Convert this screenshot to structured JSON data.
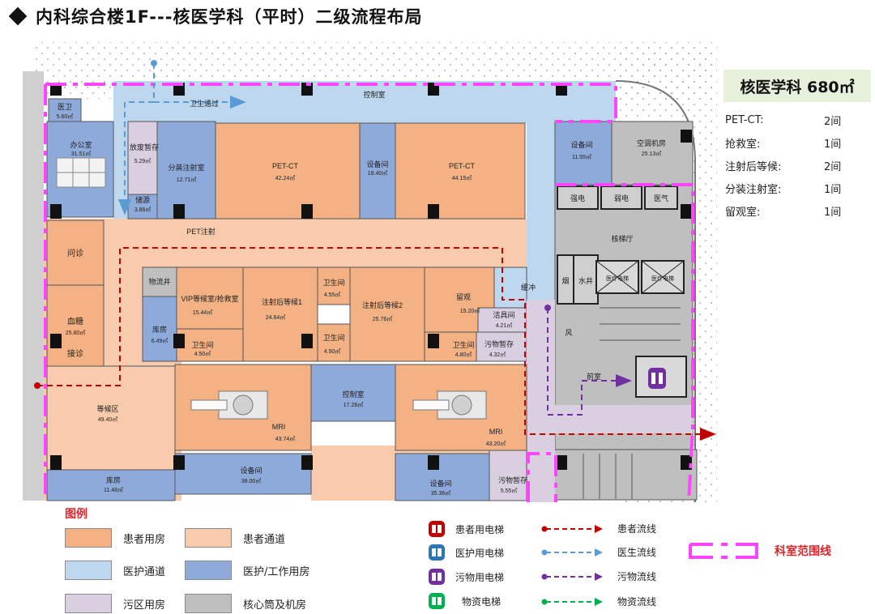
{
  "title": "内科综合楼1F---核医学科（平时）二级流程布局",
  "colors": {
    "patient_room": "#f4b183",
    "patient_corridor": "#f8cbad",
    "medical_corridor": "#bdd7ee",
    "medical_room": "#8eaadb",
    "dirty_room": "#d9cfe0",
    "core_room": "#bfbfbf",
    "patient_flow": "#c00000",
    "doctor_flow": "#5b9bd5",
    "dirty_flow": "#7030a0",
    "material_flow": "#00b050",
    "scope_line": "#ff44ff"
  },
  "plan": {
    "rooms": {
      "medical_guard": {
        "name": "医卫",
        "area": "5.60㎡"
      },
      "office": {
        "name": "办公室",
        "area": "31.51㎡"
      },
      "waste_storage": {
        "name": "放废暂存",
        "area": "5.29㎡"
      },
      "dispensing": {
        "name": "分装注射室",
        "area": "12.71㎡"
      },
      "lead_source": {
        "name": "储源",
        "area": "3.86㎡"
      },
      "control_room_top": {
        "name": "控制室"
      },
      "hygiene_passage": {
        "name": "卫生通过"
      },
      "pet_ct_1": {
        "name": "PET-CT",
        "area": "42.24㎡"
      },
      "equip_1": {
        "name": "设备间",
        "area": "18.40㎡"
      },
      "pet_ct_2": {
        "name": "PET-CT",
        "area": "44.15㎡"
      },
      "equip_2": {
        "name": "设备间",
        "area": "11.55㎡"
      },
      "ac_room": {
        "name": "空调机房",
        "area": "25.13㎡"
      },
      "strong_power": {
        "name": "强电"
      },
      "weak_power": {
        "name": "弱电"
      },
      "medical_gas": {
        "name": "医气"
      },
      "elevator_hall": {
        "name": "核梯厅"
      },
      "water_well": {
        "name": "水井"
      },
      "smoke": {
        "name": "烟"
      },
      "elevator_a": {
        "name": "医疗电梯"
      },
      "elevator_b": {
        "name": "医疗电梯"
      },
      "wind": {
        "name": "风"
      },
      "pre_room": {
        "name": "前室"
      },
      "pet_injection": {
        "name": "PET注射"
      },
      "consultation": {
        "name": "问诊"
      },
      "blood_sugar": {
        "name": "血糖",
        "area": "25.80㎡"
      },
      "reception": {
        "name": "接诊"
      },
      "logistics_shaft": {
        "name": "物流井"
      },
      "vip_waiting": {
        "name": "VIP等候室/抢救室",
        "area": "15.44㎡"
      },
      "waiting_1": {
        "name": "注射后等候1",
        "area": "24.64㎡"
      },
      "toilet_1": {
        "name": "卫生间",
        "area": "4.55㎡"
      },
      "waiting_2": {
        "name": "注射后等候2",
        "area": "25.76㎡"
      },
      "observation": {
        "name": "留观",
        "area": "15.20㎡"
      },
      "buffer": {
        "name": "缓冲"
      },
      "cleaning_tools": {
        "name": "洁具间",
        "area": "4.21㎡"
      },
      "storage_1": {
        "name": "库房",
        "area": "6.49㎡"
      },
      "toilet_2": {
        "name": "卫生间",
        "area": "4.50㎡"
      },
      "toilet_3": {
        "name": "卫生间",
        "area": "4.50㎡"
      },
      "toilet_4": {
        "name": "卫生间",
        "area": "4.80㎡"
      },
      "dirty_storage_1": {
        "name": "污物暂存",
        "area": "4.32㎡"
      },
      "waiting_area": {
        "name": "等候区",
        "area": "49.40㎡"
      },
      "mri_1": {
        "name": "MRI",
        "area": "43.74㎡"
      },
      "control_room_mid": {
        "name": "控制室",
        "area": "17.28㎡"
      },
      "mri_2": {
        "name": "MRI",
        "area": "43.20㎡"
      },
      "storage_2": {
        "name": "库房",
        "area": "11.48㎡"
      },
      "equip_3": {
        "name": "设备间",
        "area": "38.00㎡"
      },
      "equip_4": {
        "name": "设备间",
        "area": "35.36㎡"
      },
      "dirty_storage_2": {
        "name": "污物暂存",
        "area": "5.55㎡"
      }
    }
  },
  "summary": {
    "title": "核医学科 680㎡",
    "items": [
      {
        "label": "PET-CT:",
        "value": "2间"
      },
      {
        "label": "抢救室:",
        "value": "1间"
      },
      {
        "label": "注射后等候:",
        "value": "2间"
      },
      {
        "label": "分装注射室:",
        "value": "1间"
      },
      {
        "label": "留观室:",
        "value": "1间"
      }
    ]
  },
  "legend": {
    "title": "图例",
    "areas": [
      {
        "label": "患者用房",
        "color_key": "patient_room"
      },
      {
        "label": "患者通道",
        "color_key": "patient_corridor"
      },
      {
        "label": "医护通道",
        "color_key": "medical_corridor"
      },
      {
        "label": "医护/工作用房",
        "color_key": "medical_room"
      },
      {
        "label": "污区用房",
        "color_key": "dirty_room"
      },
      {
        "label": "核心筒及机房",
        "color_key": "core_room"
      }
    ],
    "elevators": [
      {
        "label": "患者用电梯",
        "icon": "elevator-icon",
        "color": "#c00000"
      },
      {
        "label": "医护用电梯",
        "icon": "elevator-icon",
        "color": "#2e75b6"
      },
      {
        "label": "污物用电梯",
        "icon": "elevator-icon",
        "color": "#7030a0"
      },
      {
        "label": "物资电梯",
        "icon": "elevator-icon",
        "color": "#00b050"
      }
    ],
    "flows": [
      {
        "label": "患者流线",
        "color": "#c00000"
      },
      {
        "label": "医生流线",
        "color": "#5b9bd5"
      },
      {
        "label": "污物流线",
        "color": "#7030a0"
      },
      {
        "label": "物资流线",
        "color": "#00b050"
      }
    ],
    "scope_label": "科室范围线"
  }
}
